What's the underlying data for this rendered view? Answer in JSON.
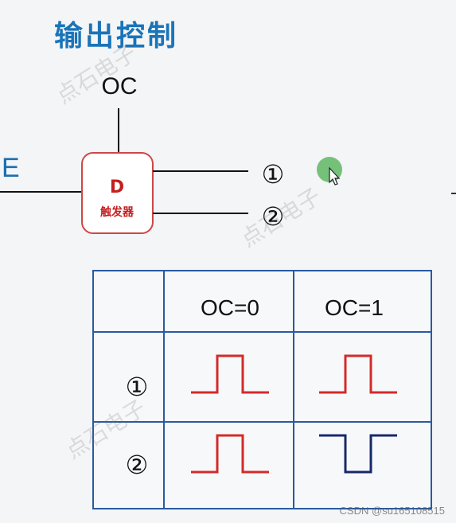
{
  "title": "输出控制",
  "oc_label": "OC",
  "e_label": "E",
  "flipflop": {
    "letter": "D",
    "name": "触发器"
  },
  "outputs": [
    "①",
    "②"
  ],
  "table": {
    "columns": [
      "OC=0",
      "OC=1"
    ],
    "rows": [
      {
        "label": "①",
        "cells": [
          {
            "shape": "pulse-high",
            "color": "#d42a2a"
          },
          {
            "shape": "pulse-high",
            "color": "#d42a2a"
          }
        ]
      },
      {
        "label": "②",
        "cells": [
          {
            "shape": "pulse-high",
            "color": "#d42a2a"
          },
          {
            "shape": "pulse-low",
            "color": "#17286a"
          }
        ]
      }
    ]
  },
  "watermark": "点石电子",
  "credit": "CSDN @su165108515",
  "colors": {
    "title": "#1a74b8",
    "table_border": "#2a5aa0",
    "flipflop_border": "#d04646",
    "flipflop_text": "#c41e1e"
  }
}
